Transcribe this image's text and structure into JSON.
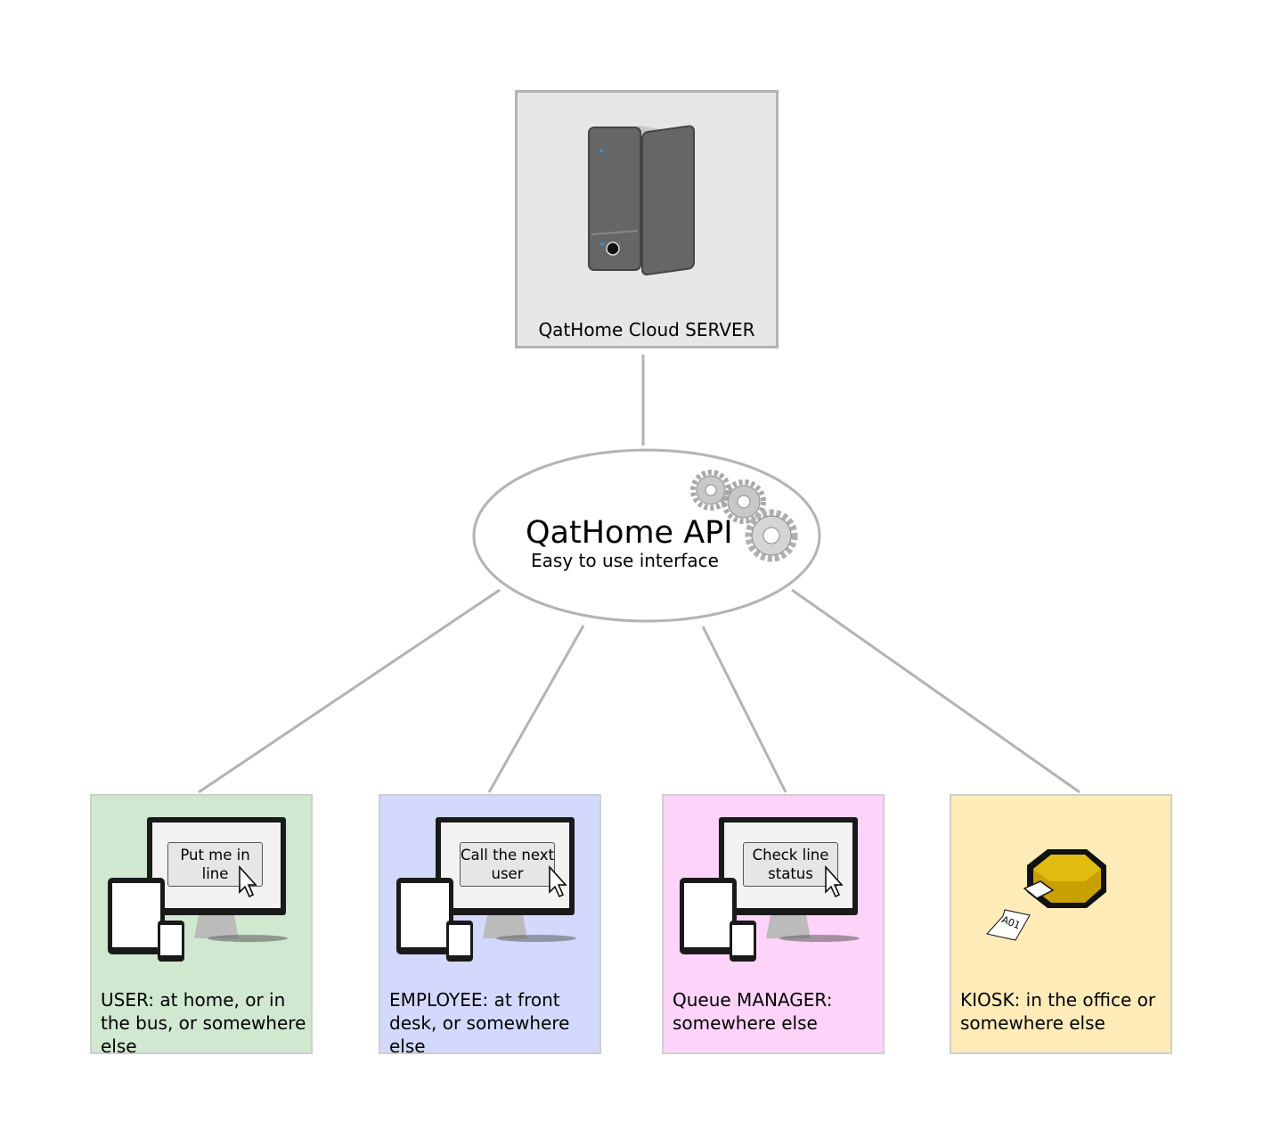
{
  "server": {
    "label": "QatHome Cloud SERVER",
    "icon": "server-tower-icon"
  },
  "api": {
    "title": "QatHome API",
    "subtitle": "Easy to use interface",
    "icon": "gears-icon"
  },
  "clients": [
    {
      "id": "user",
      "label": "USER: at home, or in the bus, or somewhere else",
      "button": "Put me in line",
      "icon": "multi-device-icon",
      "color": "#d0e7d0"
    },
    {
      "id": "employee",
      "label": "EMPLOYEE: at front desk, or somewhere else",
      "button": "Call the next user",
      "icon": "multi-device-icon",
      "color": "#d2d9fd"
    },
    {
      "id": "manager",
      "label": "Queue MANAGER: somewhere else",
      "button": "Check line status",
      "icon": "multi-device-icon",
      "color": "#fdd3f9"
    },
    {
      "id": "kiosk",
      "label": "KIOSK: in the office or somewhere else",
      "ticket": "A01",
      "icon": "ticket-kiosk-icon",
      "color": "#feebb8"
    }
  ],
  "colors": {
    "connector": "#b3b3b3",
    "server_bg": "#e6e6e6",
    "kiosk_accent": "#d4aa00"
  }
}
